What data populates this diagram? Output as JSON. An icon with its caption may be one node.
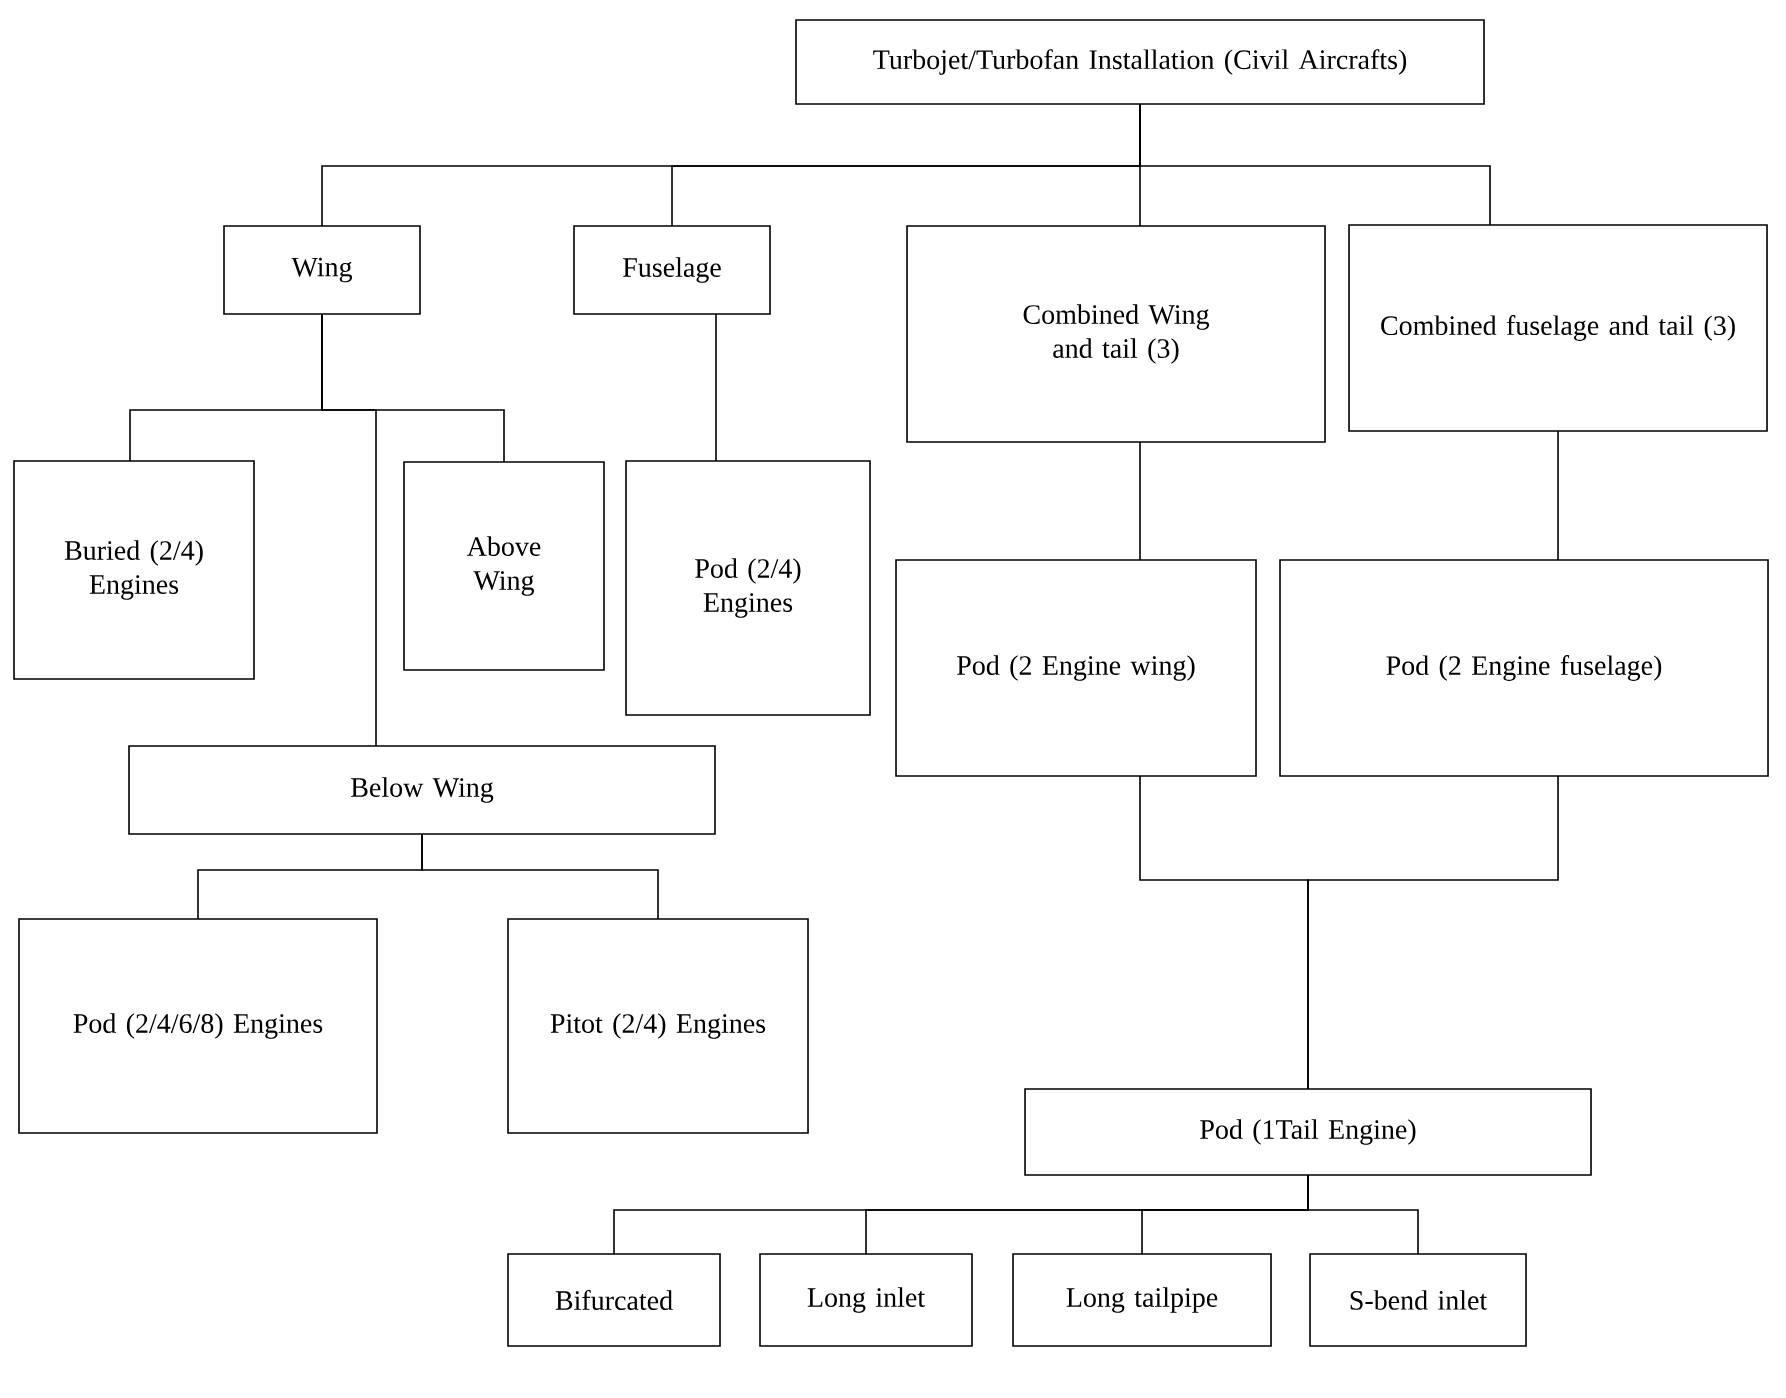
{
  "diagram": {
    "nodes": [
      {
        "text": [
          "Turbojet/Turbofan Installation (Civil Aircrafts)"
        ]
      },
      {
        "text": [
          "Wing"
        ]
      },
      {
        "text": [
          "Fuselage"
        ]
      },
      {
        "text": [
          "Combined Wing and tail (3)"
        ]
      },
      {
        "text": [
          "Combined fuselage and tail (3)"
        ]
      },
      {
        "text": [
          "Buried (2/4) Engines"
        ]
      },
      {
        "text": [
          "Above Wing"
        ]
      },
      {
        "text": [
          "Pod (2/4) Engines"
        ]
      },
      {
        "text": [
          "Pod (2 Engine wing)"
        ]
      },
      {
        "text": [
          "Pod (2 Engine fuselage)"
        ]
      },
      {
        "text": [
          "Below Wing"
        ]
      },
      {
        "text": [
          "Pod (2/4/6/8) Engines"
        ]
      },
      {
        "text": [
          "Pitot (2/4) Engines"
        ]
      },
      {
        "text": [
          "Pod (1Tail Engine)"
        ]
      },
      {
        "text": [
          "Bifurcated"
        ]
      },
      {
        "text": [
          "Long inlet"
        ]
      },
      {
        "text": [
          "Long tailpipe"
        ]
      },
      {
        "text": [
          "S-bend inlet"
        ]
      }
    ],
    "edges": [
      {
        "from": 0,
        "to": 1,
        "arrow": "none"
      },
      {
        "from": 0,
        "to": 2,
        "arrow": "none"
      },
      {
        "from": 0,
        "to": 3,
        "arrow": "none"
      },
      {
        "from": 0,
        "to": 4,
        "arrow": "none"
      },
      {
        "from": 1,
        "to": 5,
        "arrow": "none"
      },
      {
        "from": 1,
        "to": 6,
        "arrow": "none"
      },
      {
        "from": 1,
        "to": 10,
        "arrow": "none"
      },
      {
        "from": 2,
        "to": 7,
        "arrow": "none"
      },
      {
        "from": 3,
        "to": 8,
        "arrow": "none"
      },
      {
        "from": 4,
        "to": 9,
        "arrow": "none"
      },
      {
        "from": 8,
        "to": 13,
        "arrow": "none"
      },
      {
        "from": 9,
        "to": 13,
        "arrow": "none"
      },
      {
        "from": 10,
        "to": 11,
        "arrow": "none"
      },
      {
        "from": 10,
        "to": 12,
        "arrow": "none"
      },
      {
        "from": 13,
        "to": 14,
        "arrow": "none"
      },
      {
        "from": 13,
        "to": 15,
        "arrow": "none"
      },
      {
        "from": 13,
        "to": 16,
        "arrow": "none"
      },
      {
        "from": 13,
        "to": 17,
        "arrow": "none"
      }
    ]
  }
}
